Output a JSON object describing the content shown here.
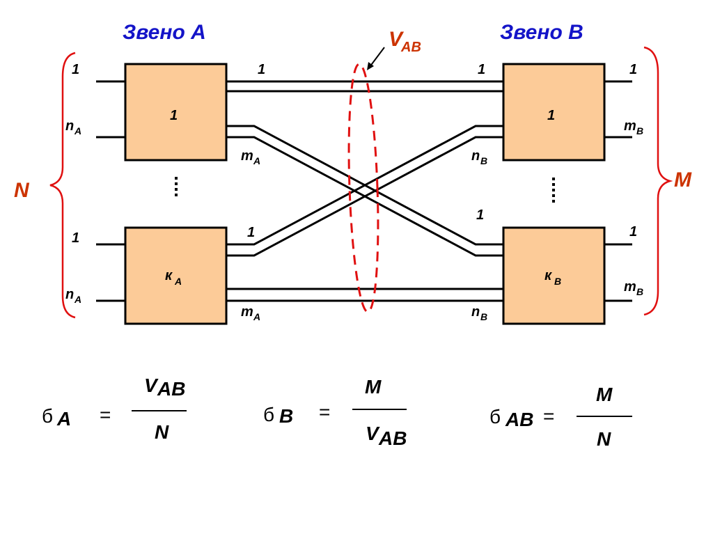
{
  "titles": {
    "link_a": "Звено А",
    "link_b": "Звено В"
  },
  "vab_label": {
    "main": "V",
    "sub": "AB"
  },
  "braces": {
    "left": "N",
    "right": "M"
  },
  "blocks": {
    "a_first": {
      "main": "1",
      "sub": ""
    },
    "a_last": {
      "main": "к",
      "sub": "A"
    },
    "b_first": {
      "main": "1",
      "sub": ""
    },
    "b_last": {
      "main": "к",
      "sub": "B"
    }
  },
  "ports": {
    "one": "1",
    "n": "n",
    "m": "m",
    "sub_a": "A",
    "sub_b": "B"
  },
  "ellipsis": "⋮",
  "formulas": [
    {
      "lhs_main": "б",
      "lhs_sub": "A",
      "eq": "=",
      "num_main": "V",
      "num_sub": "AB",
      "den_main": "N",
      "den_sub": ""
    },
    {
      "lhs_main": "б",
      "lhs_sub": "B",
      "eq": "=",
      "num_main": "M",
      "num_sub": "",
      "den_main": "V",
      "den_sub": "AB"
    },
    {
      "lhs_main": "б",
      "lhs_sub": "AB",
      "eq": "=",
      "num_main": "M",
      "num_sub": "",
      "den_main": "N",
      "den_sub": ""
    }
  ],
  "colors": {
    "title": "#1414c8",
    "accent": "#cc3300",
    "brace": "#e01010",
    "block_fill": "#fccb98"
  }
}
